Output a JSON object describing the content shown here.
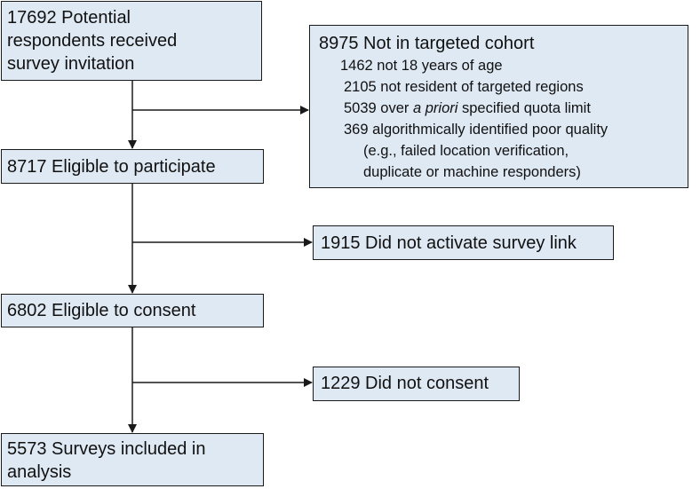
{
  "boxes": {
    "potential": {
      "lines": [
        "17692 Potential",
        "respondents received",
        "survey invitation"
      ]
    },
    "not_cohort": {
      "title": "8975 Not in targeted cohort",
      "items": [
        "1462 not 18 years of age",
        "2105 not resident of targeted regions",
        "369 algorithmically identified poor quality",
        "(e.g., failed location verification,",
        "duplicate or machine responders)"
      ],
      "quota": {
        "pre": "5039 over ",
        "em": "a priori",
        "post": " specified quota limit"
      }
    },
    "eligible": {
      "label": "8717 Eligible to participate"
    },
    "not_activated": {
      "label": "1915 Did not activate survey link"
    },
    "eligible_consent": {
      "label": "6802 Eligible to consent"
    },
    "not_consented": {
      "label": "1229 Did not consent"
    },
    "included": {
      "lines": [
        "5573 Surveys included in",
        "analysis"
      ]
    }
  },
  "colors": {
    "box_fill": "#dfe9f4",
    "stroke": "#1a1a1a"
  }
}
